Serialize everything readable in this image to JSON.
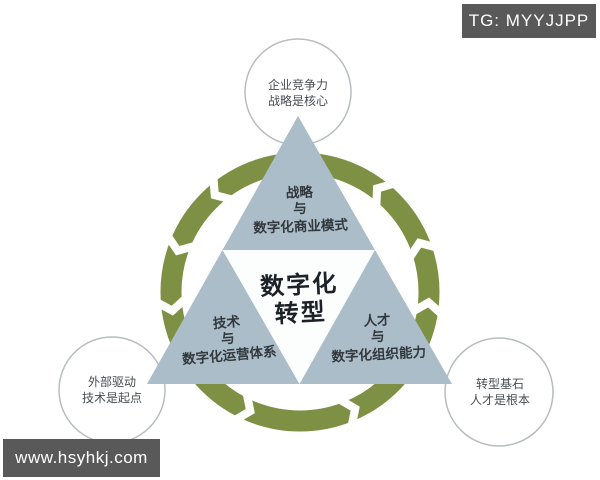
{
  "watermarks": {
    "telegram_badge": "TG: MYYJJPP",
    "website_badge": "www.hsyhkj.com"
  },
  "diagram": {
    "title_center": {
      "lines": [
        "数字化",
        "转型"
      ]
    },
    "triangle_sections": {
      "top": {
        "lines": [
          "战略",
          "与",
          "数字化商业模式"
        ]
      },
      "bottom_left": {
        "lines": [
          "技术",
          "与",
          "数字化运营体系"
        ]
      },
      "bottom_right": {
        "lines": [
          "人才",
          "与",
          "数字化组织能力"
        ]
      }
    },
    "circles": {
      "top": {
        "lines": [
          "企业竞争力",
          "战略是核心"
        ]
      },
      "bottom_left": {
        "lines": [
          "外部驱动",
          "技术是起点"
        ]
      },
      "bottom_right": {
        "lines": [
          "转型基石",
          "人才是根本"
        ]
      }
    },
    "colors": {
      "ring_green": "#7d9043",
      "triangle_gray_blue": "#aabdc9",
      "inner_triangle": "#fcfdfd",
      "circle_fill": "#ffffff",
      "circle_border": "#b7bcbf",
      "badge_background": "#595959",
      "badge_text": "#ffffff",
      "label_text": "#33383d"
    }
  }
}
